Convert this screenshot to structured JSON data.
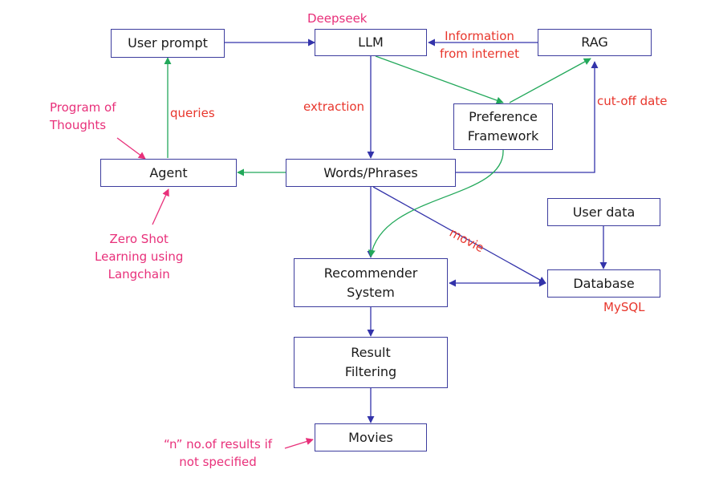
{
  "nodes": {
    "user_prompt": "User prompt",
    "llm": "LLM",
    "rag": "RAG",
    "preference_framework": "Preference\nFramework",
    "agent": "Agent",
    "words_phrases": "Words/Phrases",
    "user_data": "User data",
    "recommender_system": "Recommender\nSystem",
    "database": "Database",
    "result_filtering": "Result\nFiltering",
    "movies": "Movies"
  },
  "labels": {
    "deepseek": "Deepseek",
    "information": "Information\nfrom internet",
    "cutoff": "cut-off date",
    "extraction": "extraction",
    "queries": "queries",
    "program_of_thoughts": "Program of\nThoughts",
    "zero_shot": "Zero Shot\nLearning using\nLangchain",
    "movie": "movie",
    "mysql": "MySQL",
    "n_results": "“n” no.of results if\nnot specified"
  },
  "colors": {
    "box_border": "#3d3d9e",
    "blue_arrow": "#3333aa",
    "green_arrow": "#22a85a",
    "red_label": "#e8362c",
    "pink_label": "#e8307a"
  }
}
